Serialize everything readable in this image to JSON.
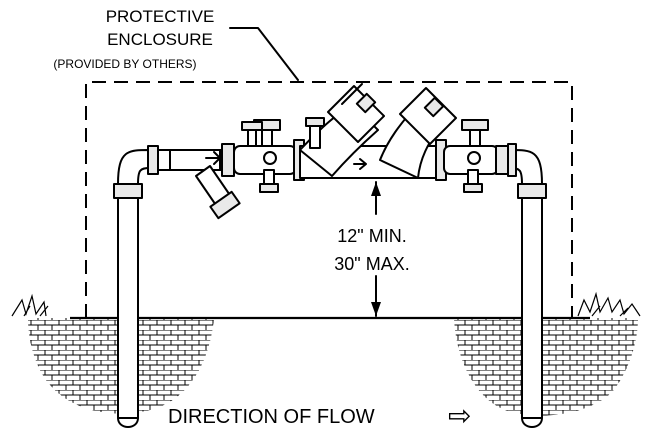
{
  "labels": {
    "enclosure_line1": "PROTECTIVE",
    "enclosure_line2": "ENCLOSURE",
    "enclosure_note": "(PROVIDED BY OTHERS)",
    "clearance_min": "12\" MIN.",
    "clearance_max": "30\" MAX.",
    "flow_direction": "DIRECTION OF FLOW",
    "flow_arrow": "⇨"
  }
}
